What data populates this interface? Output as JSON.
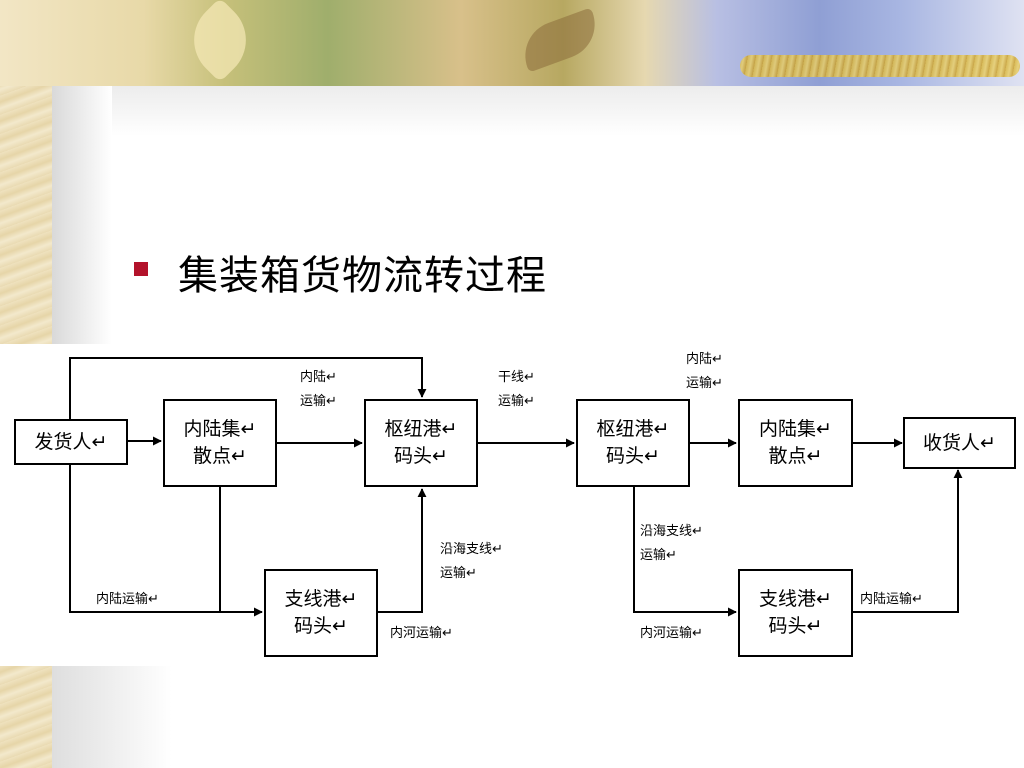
{
  "slide": {
    "title": "集装箱货物流转过程"
  },
  "diagram": {
    "nodes": {
      "shipper": "发货人↵",
      "inland_hub_1": "内陆集↵\n散点↵",
      "hub_port_1": "枢纽港↵\n码头↵",
      "feeder_port_1": "支线港↵\n码头↵",
      "hub_port_2": "枢纽港↵\n码头↵",
      "inland_hub_2": "内陆集↵\n散点↵",
      "consignee": "收货人↵",
      "feeder_port_2": "支线港↵\n码头↵"
    },
    "edge_labels": {
      "top_inland_transport": "内陆↵\n运输↵",
      "trunk_line": "干线↵\n运输↵",
      "right_inland_transport": "内陆↵\n运输↵",
      "left_inland_transport": "内陆运输↵",
      "coastal_feeder_1": "沿海支线↵\n运输↵",
      "river_transport_1": "内河运输↵",
      "coastal_feeder_2": "沿海支线↵\n运输↵",
      "river_transport_2": "内河运输↵",
      "feeder_inland_transport": "内陆运输↵"
    }
  },
  "colors": {
    "bullet": "#b3122b",
    "line": "#000000"
  }
}
